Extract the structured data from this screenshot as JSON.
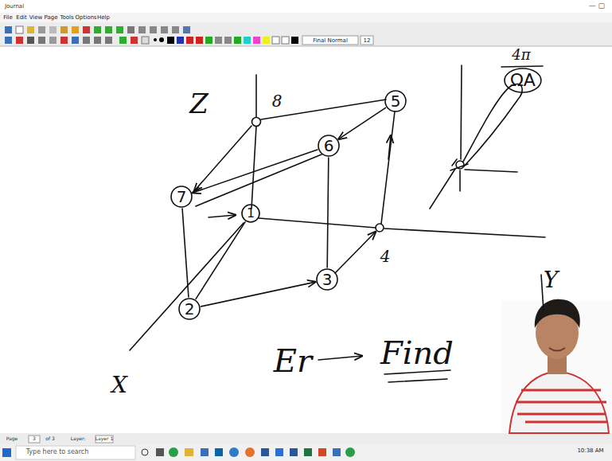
{
  "diagram": {
    "nodes": [
      {
        "text": [
          "ΩA"
        ]
      },
      {
        "text": [
          "5"
        ]
      },
      {
        "text": [
          "6"
        ]
      },
      {
        "text": [
          "7"
        ]
      },
      {
        "text": [
          "1"
        ]
      },
      {
        "text": [
          "3"
        ]
      },
      {
        "text": [
          "2"
        ]
      }
    ],
    "edges": [
      {
        "from": 1,
        "to": 2,
        "arrow": "to"
      },
      {
        "from": 2,
        "to": 3,
        "arrow": "to"
      },
      {
        "from": 3,
        "to": 6,
        "arrow": "none"
      },
      {
        "from": 2,
        "to": 5,
        "arrow": "none"
      },
      {
        "from": 6,
        "to": 5,
        "arrow": "to"
      },
      {
        "from": 4,
        "to": 6,
        "arrow": "none"
      }
    ],
    "labels": [
      "Journal",
      "File",
      "Edit",
      "View",
      "Page",
      "Tools",
      "Options",
      "Help",
      "Final Normal",
      "12",
      "Z",
      "8",
      "4π",
      "4",
      "X",
      "Y",
      "Er",
      "Find",
      "Page",
      "3",
      "of 3",
      "Layer:",
      "Layer 1",
      "Type here to search",
      "10:38 AM"
    ]
  }
}
